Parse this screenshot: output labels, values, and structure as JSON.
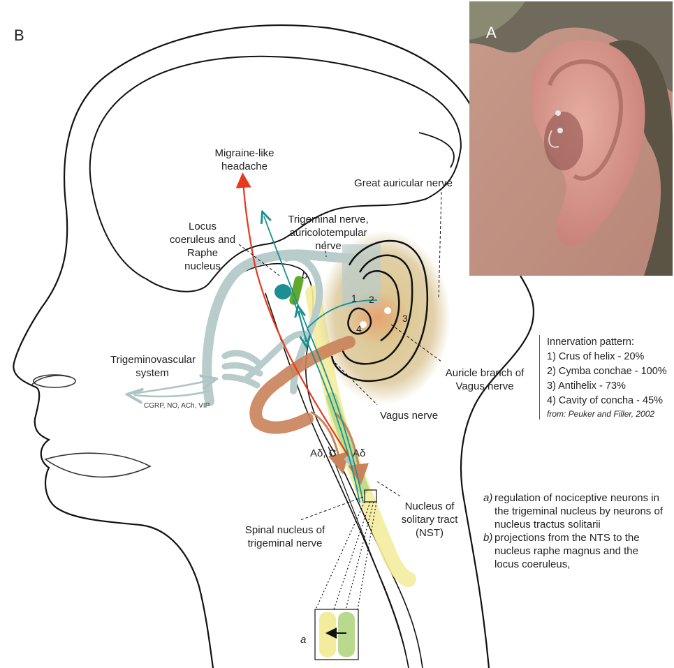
{
  "panels": {
    "a_label": "A",
    "b_label": "B"
  },
  "labels": {
    "migraine": "Migraine-like headache",
    "great_auricular": "Great auricular nerve",
    "trigeminal": "Trigeminal nerve, auricolotempular nerve",
    "locus": "Locus coeruleus and Raphe nucleus",
    "b_marker": "b",
    "trigeminovascular": "Trigeminovascular system",
    "mediators": "CGRP, NO, ACh, VIP",
    "auricle_branch": "Auricle branch of Vagus nerve",
    "vagus": "Vagus nerve",
    "fiber_left": "Aδ, C",
    "fiber_right": "Aδ",
    "nst": "Nucleus of solitary tract (NST)",
    "spinal": "Spinal nucleus of trigeminal nerve",
    "a_marker": "a",
    "ear_n1": "1",
    "ear_n2": "2",
    "ear_n3": "3",
    "ear_n4": "4"
  },
  "innervation": {
    "title": "Innervation pattern:",
    "items": [
      "1) Crus of helix - 20%",
      "2) Cymba conchae - 100%",
      "3) Antihelix - 73%",
      "4) Cavity of concha - 45%"
    ],
    "source": "from: Peuker and Filler, 2002"
  },
  "notes": [
    {
      "key": "a)",
      "text": "regulation of nociceptive neurons in the trigeminal nucleus by neurons of nucleus tractus solitarii"
    },
    {
      "key": "b)",
      "text": "projections from the NTS to the nucleus raphe magnus and the locus coeruleus,"
    }
  ],
  "colors": {
    "red_arrow": "#e8381f",
    "teal": "#1b8f91",
    "vagus_brown": "#c9825a",
    "trigeminal_gray": "#b8cccc",
    "yellow": "#f3ec9c",
    "green": "#b9d98c",
    "ear_fill": "#dcc89a"
  }
}
